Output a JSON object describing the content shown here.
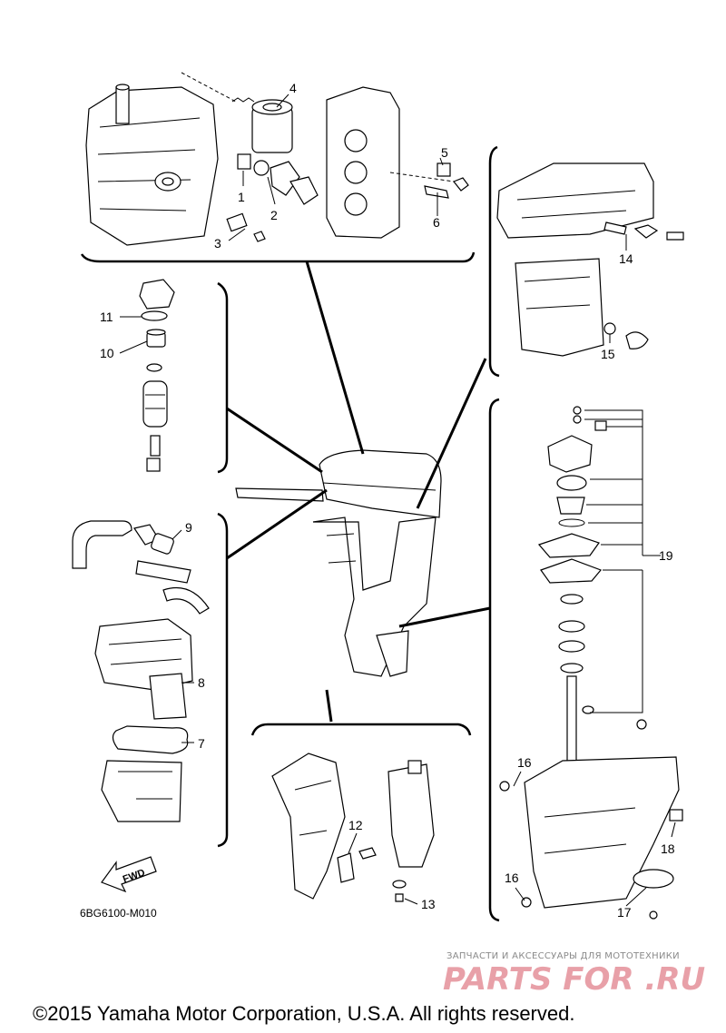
{
  "callouts": {
    "c1": "1",
    "c2": "2",
    "c3": "3",
    "c4": "4",
    "c5": "5",
    "c6": "6",
    "c7": "7",
    "c8": "8",
    "c9": "9",
    "c10": "10",
    "c11": "11",
    "c12": "12",
    "c13": "13",
    "c14": "14",
    "c15": "15",
    "c16a": "16",
    "c16b": "16",
    "c17": "17",
    "c18": "18",
    "c19": "19"
  },
  "diagram_code": "6BG6100-M010",
  "fwd_label": "FWD",
  "watermark": {
    "tagline": "ЗАПЧАСТИ И АКСЕССУАРЫ ДЛЯ МОТОТЕХНИКИ",
    "logo_main": "PARTS",
    "logo_for": "FOR",
    "logo_tld": ".RU",
    "logo_color": "#e8a0a8"
  },
  "copyright": "©2015 Yamaha Motor Corporation, U.S.A. All rights reserved."
}
